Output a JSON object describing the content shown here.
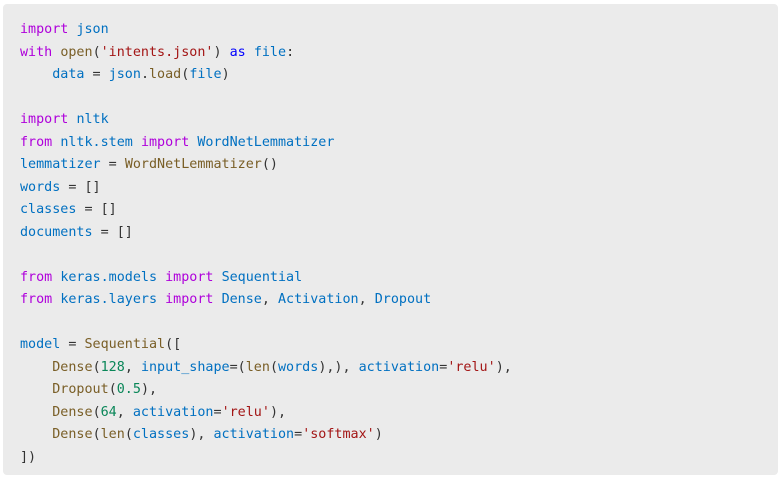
{
  "code_block": {
    "language": "python",
    "colors": {
      "kw": "#af00db",
      "var": "#0070c1",
      "fn": "#795e26",
      "str": "#a31515",
      "num": "#098658",
      "kw2": "#0000ff",
      "pun": "#333333"
    },
    "lines": [
      [
        [
          "kw",
          "import"
        ],
        [
          "pun",
          " "
        ],
        [
          "var",
          "json"
        ]
      ],
      [
        [
          "kw",
          "with"
        ],
        [
          "pun",
          " "
        ],
        [
          "fn",
          "open"
        ],
        [
          "pun",
          "("
        ],
        [
          "str",
          "'intents.json'"
        ],
        [
          "pun",
          ") "
        ],
        [
          "kw2",
          "as"
        ],
        [
          "pun",
          " "
        ],
        [
          "var",
          "file"
        ],
        [
          "pun",
          ":"
        ]
      ],
      [
        [
          "pun",
          "    "
        ],
        [
          "var",
          "data"
        ],
        [
          "pun",
          " = "
        ],
        [
          "var",
          "json"
        ],
        [
          "pun",
          "."
        ],
        [
          "fn",
          "load"
        ],
        [
          "pun",
          "("
        ],
        [
          "var",
          "file"
        ],
        [
          "pun",
          ")"
        ]
      ],
      [],
      [
        [
          "kw",
          "import"
        ],
        [
          "pun",
          " "
        ],
        [
          "var",
          "nltk"
        ]
      ],
      [
        [
          "kw",
          "from"
        ],
        [
          "pun",
          " "
        ],
        [
          "var",
          "nltk.stem"
        ],
        [
          "pun",
          " "
        ],
        [
          "kw",
          "import"
        ],
        [
          "pun",
          " "
        ],
        [
          "var",
          "WordNetLemmatizer"
        ]
      ],
      [
        [
          "var",
          "lemmatizer"
        ],
        [
          "pun",
          " = "
        ],
        [
          "fn",
          "WordNetLemmatizer"
        ],
        [
          "pun",
          "()"
        ]
      ],
      [
        [
          "var",
          "words"
        ],
        [
          "pun",
          " = []"
        ]
      ],
      [
        [
          "var",
          "classes"
        ],
        [
          "pun",
          " = []"
        ]
      ],
      [
        [
          "var",
          "documents"
        ],
        [
          "pun",
          " = []"
        ]
      ],
      [],
      [
        [
          "kw",
          "from"
        ],
        [
          "pun",
          " "
        ],
        [
          "var",
          "keras.models"
        ],
        [
          "pun",
          " "
        ],
        [
          "kw",
          "import"
        ],
        [
          "pun",
          " "
        ],
        [
          "var",
          "Sequential"
        ]
      ],
      [
        [
          "kw",
          "from"
        ],
        [
          "pun",
          " "
        ],
        [
          "var",
          "keras.layers"
        ],
        [
          "pun",
          " "
        ],
        [
          "kw",
          "import"
        ],
        [
          "pun",
          " "
        ],
        [
          "var",
          "Dense"
        ],
        [
          "pun",
          ", "
        ],
        [
          "var",
          "Activation"
        ],
        [
          "pun",
          ", "
        ],
        [
          "var",
          "Dropout"
        ]
      ],
      [],
      [
        [
          "var",
          "model"
        ],
        [
          "pun",
          " = "
        ],
        [
          "fn",
          "Sequential"
        ],
        [
          "pun",
          "(["
        ]
      ],
      [
        [
          "pun",
          "    "
        ],
        [
          "fn",
          "Dense"
        ],
        [
          "pun",
          "("
        ],
        [
          "num",
          "128"
        ],
        [
          "pun",
          ", "
        ],
        [
          "var",
          "input_shape"
        ],
        [
          "pun",
          "=("
        ],
        [
          "fn",
          "len"
        ],
        [
          "pun",
          "("
        ],
        [
          "var",
          "words"
        ],
        [
          "pun",
          "),), "
        ],
        [
          "var",
          "activation"
        ],
        [
          "pun",
          "="
        ],
        [
          "str",
          "'relu'"
        ],
        [
          "pun",
          "),"
        ]
      ],
      [
        [
          "pun",
          "    "
        ],
        [
          "fn",
          "Dropout"
        ],
        [
          "pun",
          "("
        ],
        [
          "num",
          "0.5"
        ],
        [
          "pun",
          "),"
        ]
      ],
      [
        [
          "pun",
          "    "
        ],
        [
          "fn",
          "Dense"
        ],
        [
          "pun",
          "("
        ],
        [
          "num",
          "64"
        ],
        [
          "pun",
          ", "
        ],
        [
          "var",
          "activation"
        ],
        [
          "pun",
          "="
        ],
        [
          "str",
          "'relu'"
        ],
        [
          "pun",
          "),"
        ]
      ],
      [
        [
          "pun",
          "    "
        ],
        [
          "fn",
          "Dense"
        ],
        [
          "pun",
          "("
        ],
        [
          "fn",
          "len"
        ],
        [
          "pun",
          "("
        ],
        [
          "var",
          "classes"
        ],
        [
          "pun",
          "), "
        ],
        [
          "var",
          "activation"
        ],
        [
          "pun",
          "="
        ],
        [
          "str",
          "'softmax'"
        ],
        [
          "pun",
          ")"
        ]
      ],
      [
        [
          "pun",
          "])"
        ]
      ]
    ]
  }
}
